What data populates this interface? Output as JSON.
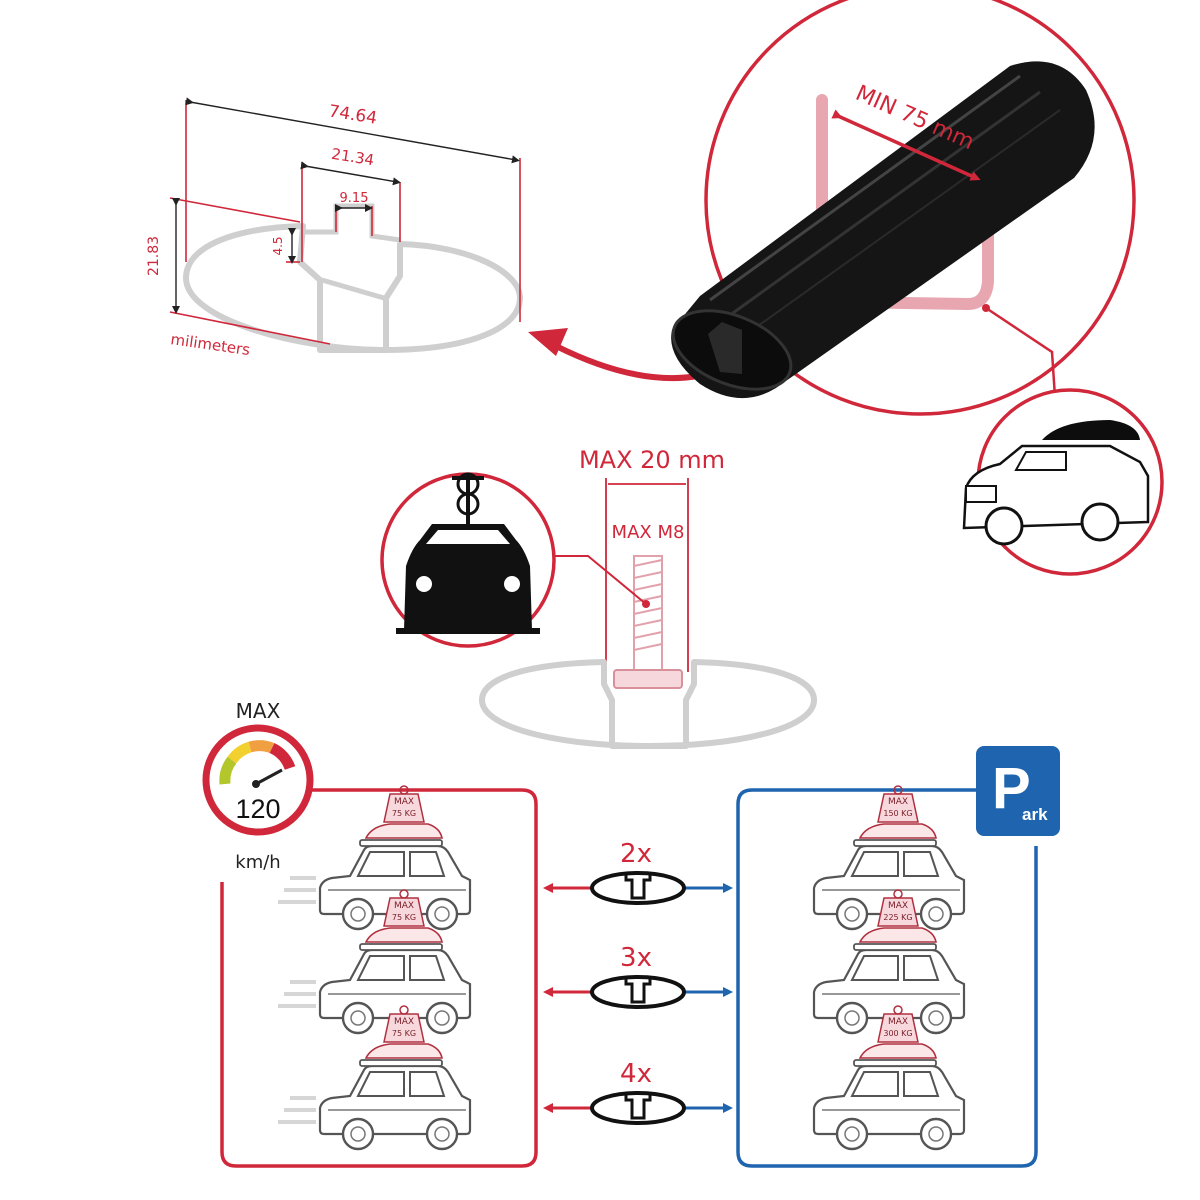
{
  "colors": {
    "accent_red": "#d0283a",
    "accent_blue": "#1f64ae",
    "profile_grey": "#c8c8c8",
    "bar_black": "#151515"
  },
  "profile_dimensions": {
    "total_width": "74.64",
    "channel_outer": "21.34",
    "channel_inner": "9.15",
    "lip_height": "4.5",
    "height": "21.83",
    "unit": "milimeters"
  },
  "u_bolt": {
    "label": "MIN 75 mm"
  },
  "t_bolt": {
    "max_width": "MAX 20 mm",
    "max_thread": "MAX M8"
  },
  "speed": {
    "label_top": "MAX",
    "value": "120",
    "unit": "km/h"
  },
  "park": {
    "letter": "P",
    "suffix": "ark"
  },
  "load_table": {
    "rows": [
      {
        "count": "2x",
        "driving_load_max": "MAX",
        "driving_load": "75 KG",
        "park_load_max": "MAX",
        "park_load": "150 KG"
      },
      {
        "count": "3x",
        "driving_load_max": "MAX",
        "driving_load": "75 KG",
        "park_load_max": "MAX",
        "park_load": "225 KG"
      },
      {
        "count": "4x",
        "driving_load_max": "MAX",
        "driving_load": "75 KG",
        "park_load_max": "MAX",
        "park_load": "300 KG"
      }
    ]
  },
  "icons": {
    "u_bolt": "u-bolt-icon",
    "t_bolt": "t-bolt-icon",
    "bike_car": "bike-carrier-car-icon",
    "suv_box": "suv-roof-box-icon",
    "speedometer": "speedometer-icon",
    "parking": "parking-sign-icon",
    "car": "loaded-car-icon",
    "weight": "weight-tag-icon"
  }
}
